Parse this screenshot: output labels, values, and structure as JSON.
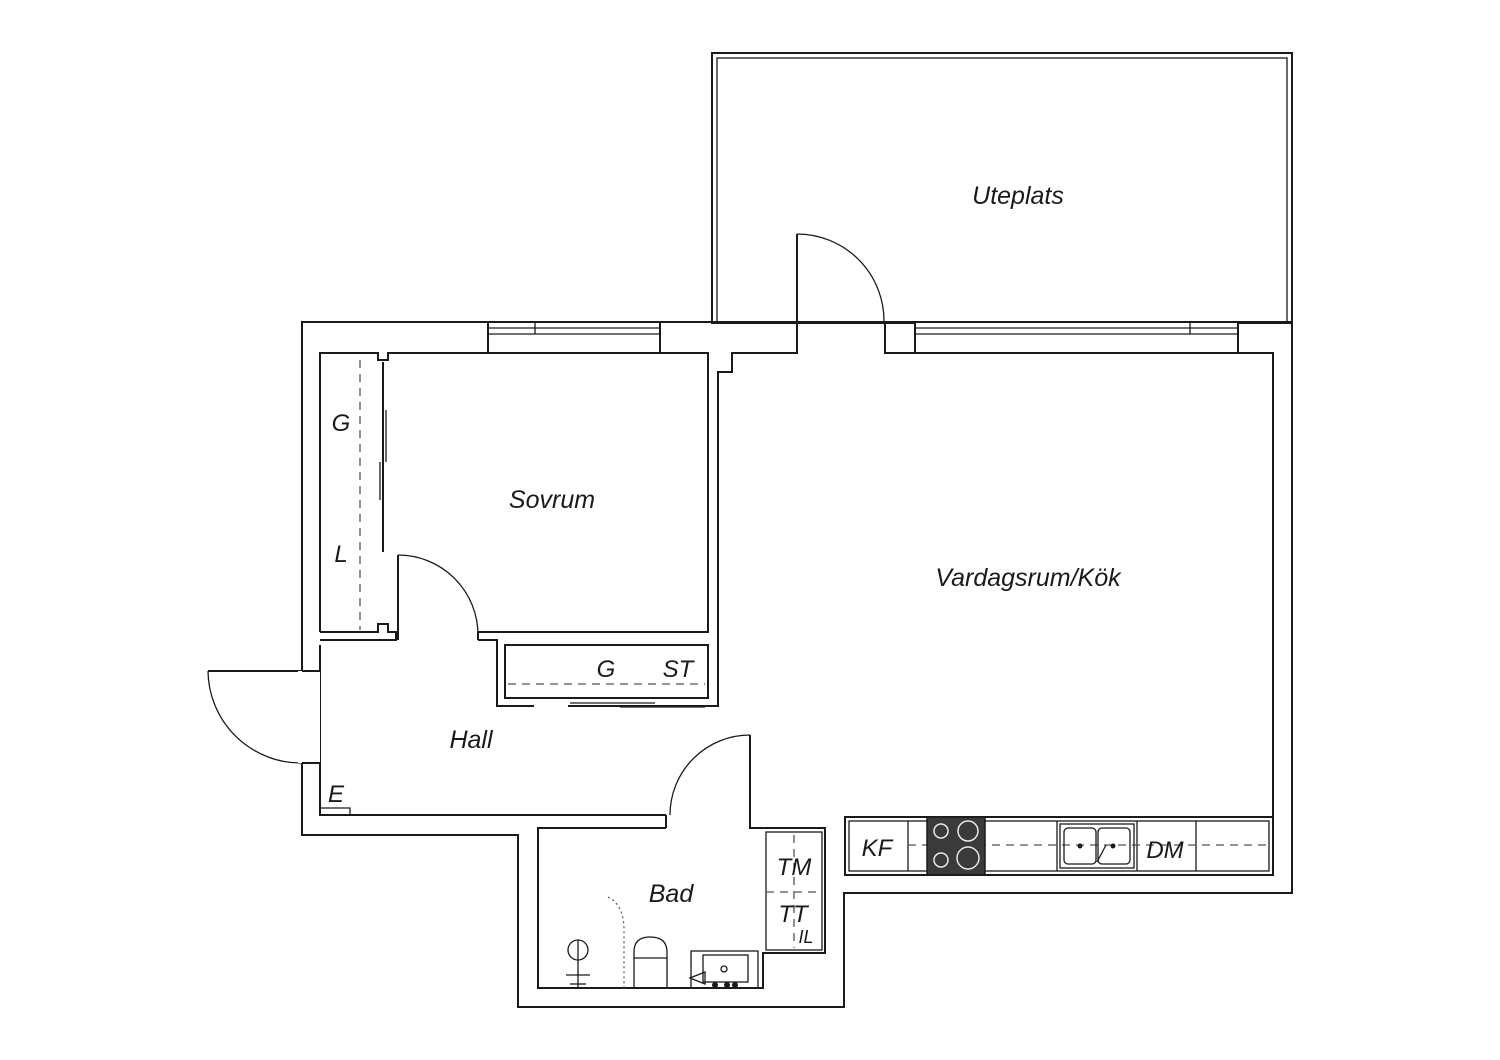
{
  "rooms": {
    "uteplats": "Uteplats",
    "sovrum": "Sovrum",
    "vardagsrum_kok": "Vardagsrum/Kök",
    "hall": "Hall",
    "bad": "Bad"
  },
  "fixtures": {
    "wardrobe_g": "G",
    "linen_l": "L",
    "closet_g": "G",
    "storage_st": "ST",
    "electric_e": "E",
    "fridge_freezer_kf": "KF",
    "dishwasher_dm": "DM",
    "washer_tm": "TM",
    "dryer_tt": "TT",
    "il": "IL"
  },
  "colors": {
    "line": "#1a1a1a",
    "stove": "#3a3a3a",
    "background": "#ffffff"
  }
}
